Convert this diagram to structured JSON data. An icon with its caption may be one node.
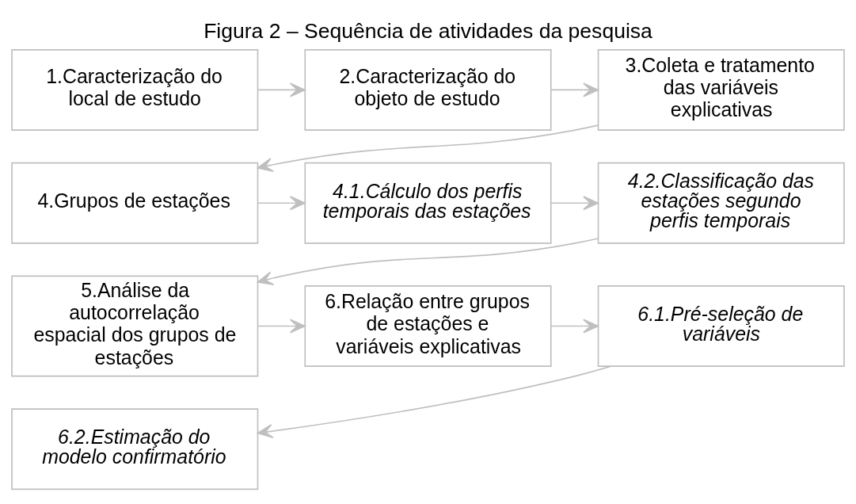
{
  "diagram": {
    "title": "Figura 2 – Sequência de atividades da pesquisa",
    "nodes": [
      {
        "text": [
          "1.Caracterização do local de estudo"
        ]
      },
      {
        "text": [
          "2.Caracterização do objeto de estudo"
        ]
      },
      {
        "text": [
          "3.Coleta e tratamento das variáveis explicativas"
        ]
      },
      {
        "text": [
          "4.Grupos de estações"
        ]
      },
      {
        "text": [
          "4.1.Cálculo dos perfis temporais das estações"
        ]
      },
      {
        "text": [
          "4.2.Classificação das estações segundo perfis temporais"
        ]
      },
      {
        "text": [
          "5.Análise da autocorrelação espacial dos grupos de estações"
        ]
      },
      {
        "text": [
          "6.Relação entre grupos de estações e variáveis explicativas"
        ]
      },
      {
        "text": [
          "6.1.Pré-seleção de variáveis"
        ]
      },
      {
        "text": [
          "6.2.Estimação do modelo confirmatório"
        ]
      }
    ],
    "edges": [
      {
        "from": 0,
        "to": 1,
        "arrow": "to"
      },
      {
        "from": 1,
        "to": 2,
        "arrow": "to"
      },
      {
        "from": 2,
        "to": 3,
        "arrow": "to"
      },
      {
        "from": 3,
        "to": 4,
        "arrow": "to"
      },
      {
        "from": 4,
        "to": 5,
        "arrow": "to"
      },
      {
        "from": 5,
        "to": 6,
        "arrow": "to"
      },
      {
        "from": 6,
        "to": 7,
        "arrow": "to"
      },
      {
        "from": 7,
        "to": 8,
        "arrow": "to"
      },
      {
        "from": 8,
        "to": 9,
        "arrow": "to"
      }
    ]
  }
}
